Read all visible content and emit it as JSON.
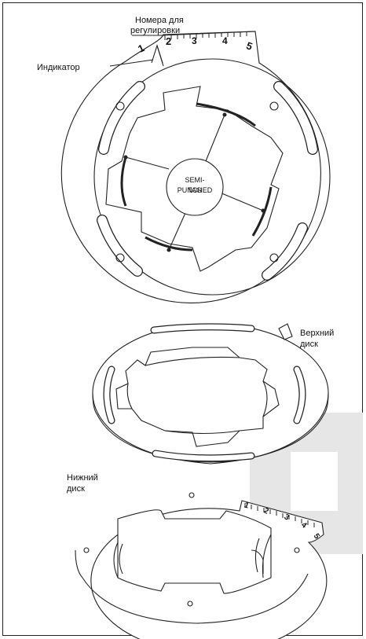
{
  "labels": {
    "adjust_numbers_line1": "Номера для",
    "adjust_numbers_line2": "регулировки",
    "indicator": "Индикатор",
    "upper_disk_line1": "Верхний",
    "upper_disk_line2": "диск",
    "lower_disk_line1": "Нижний",
    "lower_disk_line2": "диск",
    "center_tag_line1": "SEMI-PUNCHED",
    "center_tag_line2": "TAG"
  },
  "scale_numbers": [
    "1",
    "2",
    "3",
    "4",
    "5"
  ],
  "watermark_color": "#e6e6e6",
  "line_color": "#222222"
}
